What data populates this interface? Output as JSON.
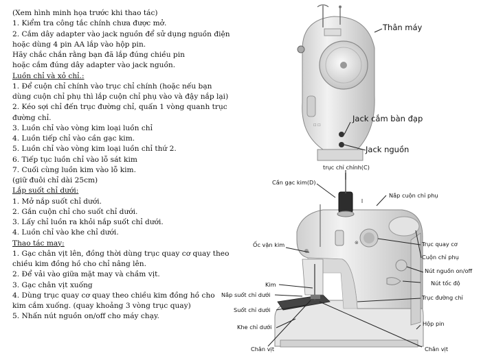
{
  "instructions": {
    "lines": [
      {
        "text": "(Xem hình minh họa trước khi thao tác)",
        "heading": false
      },
      {
        "text": "1. Kiểm tra công tắc chính chưa được mở.",
        "heading": false
      },
      {
        "text": "2. Cắm dây adapter vào jack nguồn để sử dụng nguồn điện",
        "heading": false
      },
      {
        "text": "hoặc dùng 4 pin AA lắp vào hộp pin.",
        "heading": false
      },
      {
        "text": "Hãy chắc chắn rằng bạn đã lắp đúng chiều pin",
        "heading": false
      },
      {
        "text": "hoặc cắm đúng dây adapter vào jack nguồn.",
        "heading": false
      },
      {
        "text": "Luồn chỉ và xỏ chỉ.:",
        "heading": true
      },
      {
        "text": "1. Để cuộn chỉ chính vào trục chỉ chính (hoặc nếu bạn",
        "heading": false
      },
      {
        "text": "dùng cuộn chỉ phụ thì lắp cuộn chỉ phụ vào và đậy nắp lại)",
        "heading": false
      },
      {
        "text": "2. Kéo sợi chỉ đến trục đường chỉ, quấn 1 vòng quanh trục",
        "heading": false
      },
      {
        "text": "đường chỉ.",
        "heading": false
      },
      {
        "text": "3. Luồn chỉ vào vòng kim loại luồn chỉ",
        "heading": false
      },
      {
        "text": "4. Luồn tiếp chỉ vào cần gạc kim.",
        "heading": false
      },
      {
        "text": "5. Luồn chỉ  vào vòng kim loại luồn chỉ thứ 2.",
        "heading": false
      },
      {
        "text": "6. Tiếp tục luồn chỉ vào lỗ sát kim",
        "heading": false
      },
      {
        "text": "7. Cuối cùng luồn kim vào lỗ kim.",
        "heading": false
      },
      {
        "text": "(giữ đuôi chỉ dài 25cm)",
        "heading": false
      },
      {
        "text": "Lắp suốt chỉ dưới:",
        "heading": true
      },
      {
        "text": "1. Mở nắp suốt chỉ dưới.",
        "heading": false
      },
      {
        "text": "2. Gắn cuộn chỉ cho suốt chỉ dưới.",
        "heading": false
      },
      {
        "text": "3. Lấy chỉ luồn ra khỏi nắp suốt chỉ dưới.",
        "heading": false
      },
      {
        "text": "4. Luồn chỉ vào khe chỉ dưới.",
        "heading": false
      },
      {
        "text": "Thao tác may:",
        "heading": true
      },
      {
        "text": "1. Gạc chân vịt lên, đồng thời dùng trục quay cơ quay theo",
        "heading": false
      },
      {
        "text": "chiều kim đồng hồ cho chỉ nâng lên.",
        "heading": false
      },
      {
        "text": "2. Để vải vào giữa mặt may và chầm vịt.",
        "heading": false
      },
      {
        "text": "3. Gạc chân vịt xuống",
        "heading": false
      },
      {
        "text": "4. Dùng trục quay cơ quay theo chiều kim đồng hồ cho",
        "heading": false
      },
      {
        "text": "kim cắm xuống. (quay khoảng 3 vòng trục quay)",
        "heading": false
      },
      {
        "text": "5. Nhấn nút nguồn on/off cho máy chạy.",
        "heading": false
      }
    ]
  },
  "side_view": {
    "labels": {
      "than_may": "Thân máy",
      "jack_ban_dap": "Jack cắm bàn đạp",
      "jack_nguon": "Jack nguồn"
    }
  },
  "front_view": {
    "labels": {
      "truc_chi_chinh": "trục chỉ chính(C)",
      "can_gac_kim": "Cần gạc kim(D)",
      "nap_cuon_chi_phu": "Nắp cuộn chỉ phụ",
      "oc_van_kim": "Ốc vặn kim",
      "truc_quay_co": "Trục quay cơ",
      "cuon_chi_phu": "Cuộn chỉ phụ",
      "nut_nguon": "Nút nguồn on/off",
      "kim": "Kim",
      "nut_toc_do": "Nút tốc độ",
      "nap_suot_chi_duoi": "Nắp suốt chỉ dưới",
      "truc_duong_chi": "Trục đường chỉ",
      "suot_chi_duoi": "Suốt chỉ dưới",
      "khe_chi_duoi": "Khe chỉ dưới",
      "hop_pin": "Hộp pin",
      "chan_vit_left": "Chân vịt",
      "chan_vit_right": "Chân vịt"
    }
  }
}
